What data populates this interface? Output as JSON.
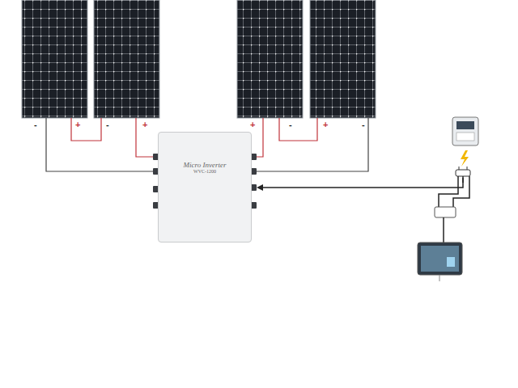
{
  "diagram": {
    "nodes": [
      {
        "text": [
          "Micro Inverter",
          "WVC-1200"
        ]
      }
    ],
    "labels": [
      "-",
      "+",
      "-",
      "+",
      "+",
      "-",
      "+",
      "-"
    ]
  }
}
